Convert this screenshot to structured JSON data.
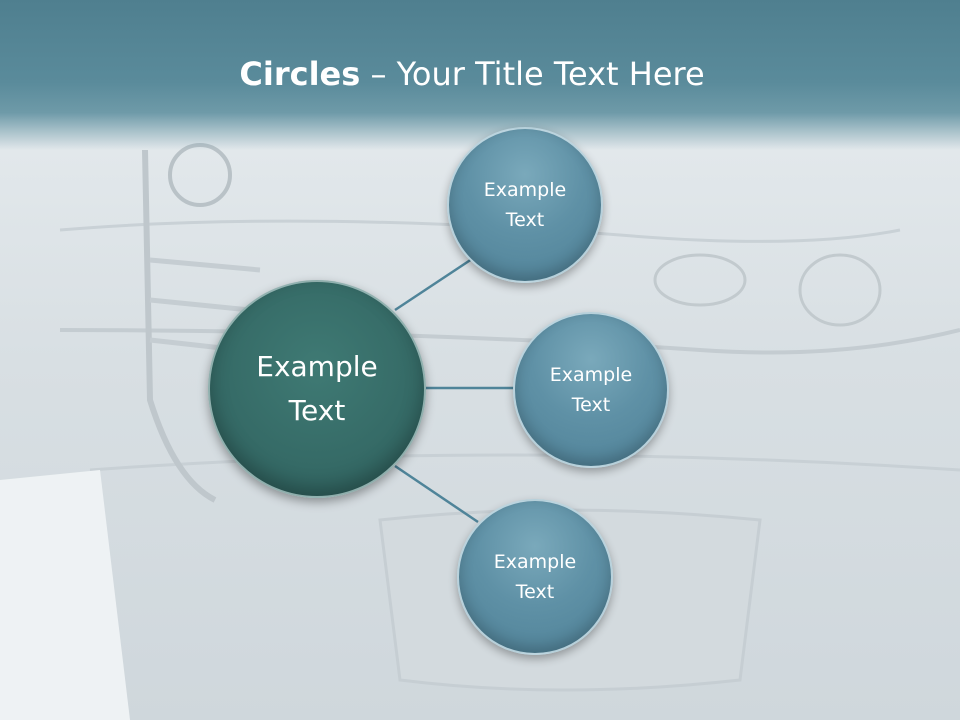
{
  "slide": {
    "title_bold": "Circles",
    "title_rest": " – Your Title Text Here"
  },
  "diagram": {
    "center": {
      "line1": "Example",
      "line2": "Text"
    },
    "nodes": [
      {
        "line1": "Example",
        "line2": "Text"
      },
      {
        "line1": "Example",
        "line2": "Text"
      },
      {
        "line1": "Example",
        "line2": "Text"
      }
    ]
  },
  "colors": {
    "header": "#5a8b9b",
    "center_node": "#356a66",
    "outer_node": "#5f91a6",
    "connector": "#4f8499"
  }
}
